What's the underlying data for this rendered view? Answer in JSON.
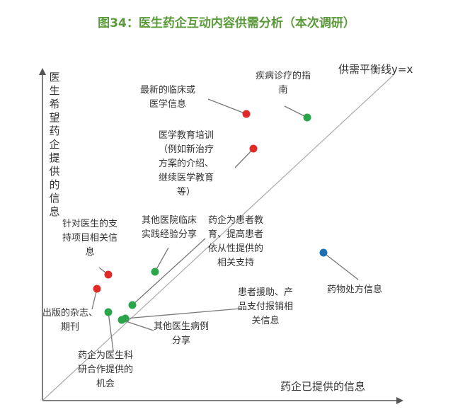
{
  "title": "图34：医生药企互动内容供需分析（本次调研）",
  "chart_data": {
    "type": "scatter",
    "title": "图34：医生药企互动内容供需分析（本次调研）",
    "xlabel": "药企已提供的信息",
    "ylabel": "医生希望药企提供的信息",
    "reference_line": "供需平衡线y=x",
    "colors": {
      "red": "#e02a2a",
      "green": "#2aa54a",
      "blue": "#1f6fb5",
      "axis": "#555555",
      "diag": "#aaaaaa"
    },
    "points": [
      {
        "label": "最新的临床或\n医学信息",
        "color": "red"
      },
      {
        "label": "疾病诊疗的指\n南",
        "color": "green"
      },
      {
        "label": "医学教育培训\n（例如新治疗\n方案的介绍、\n继续医学教育\n等）",
        "color": "red"
      },
      {
        "label": "针对医生的支\n持项目相关信\n息",
        "color": "red"
      },
      {
        "label": "出版的杂志、\n期刊",
        "color": "red"
      },
      {
        "label": "其他医院临床\n实践经验分享",
        "color": "green"
      },
      {
        "label": "药企为患者教\n育、提高患者\n依从性提供的\n相关支持",
        "color": "green"
      },
      {
        "label": "药物处方信息",
        "color": "blue"
      },
      {
        "label": "患者援助、产\n品支付报销相\n关信息",
        "color": "green"
      },
      {
        "label": "其他医生病例\n分享",
        "color": "green"
      },
      {
        "label": "药企为医生科\n研合作提供的\n机会",
        "color": "green"
      }
    ]
  }
}
